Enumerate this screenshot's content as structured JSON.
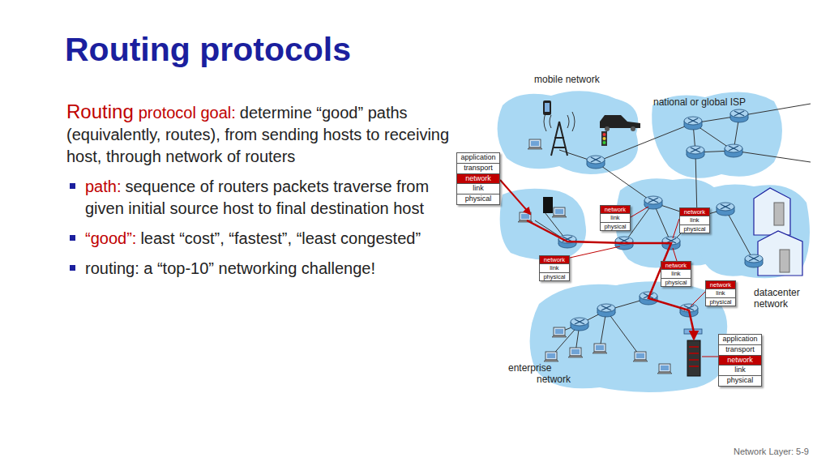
{
  "diagram": {
    "title": "Routing protocols",
    "nodes": [
      {
        "text": [
          "application",
          "transport",
          "network",
          "link",
          "physical"
        ]
      },
      {
        "text": [
          "network",
          "link",
          "physical"
        ]
      },
      {
        "text": [
          "network",
          "link",
          "physical"
        ]
      },
      {
        "text": [
          "network",
          "link",
          "physical"
        ]
      },
      {
        "text": [
          "network",
          "link",
          "physical"
        ]
      },
      {
        "text": [
          "network",
          "link",
          "physical"
        ]
      },
      {
        "text": [
          "application",
          "transport",
          "network",
          "link",
          "physical"
        ]
      }
    ],
    "labels": [
      "Routing",
      "protocol goal:",
      "determine “good” paths (equivalently, routes), from sending hosts to receiving host, through network of routers",
      "path:",
      "sequence of routers packets traverse from given initial source host to final destination host",
      "“good”:",
      "least “cost”, “fastest”, “least congested”",
      "routing: a “top-10” networking challenge!",
      "mobile network",
      "national or global ISP",
      "datacenter network",
      "enterprise network",
      "Network Layer: 5-9"
    ]
  }
}
